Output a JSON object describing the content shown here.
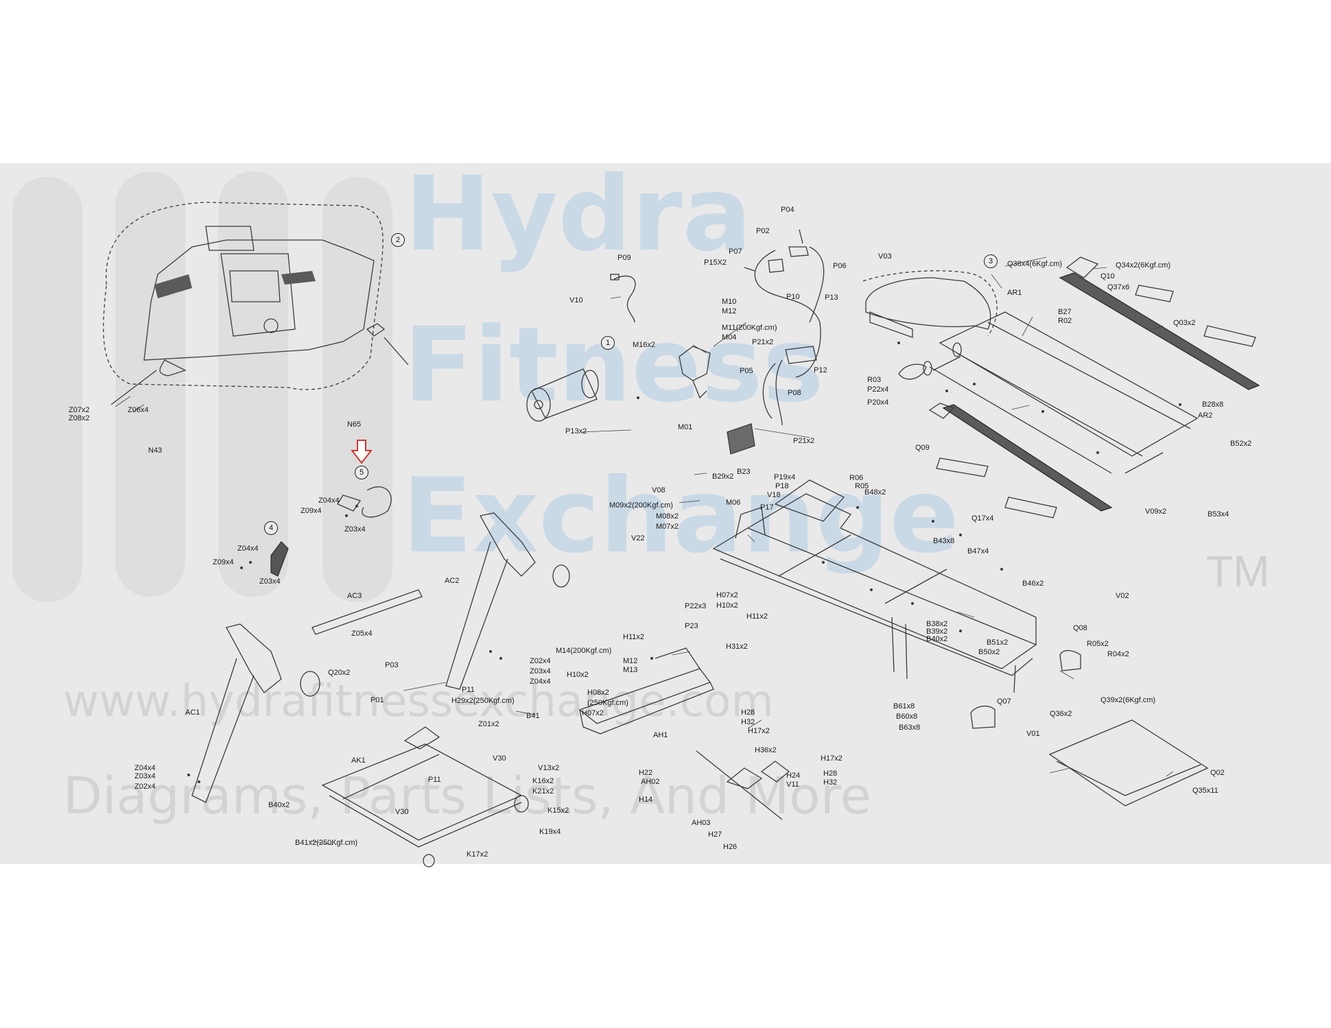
{
  "watermark": {
    "brand_lines": [
      "Hydra",
      "Fitness",
      "Exchange"
    ],
    "trademark": "TM",
    "url": "www.hydrafitnessexchange.com",
    "tagline": "Diagrams, Parts Lists, And More"
  },
  "callouts": [
    "1",
    "2",
    "3",
    "4",
    "5"
  ],
  "highlight_arrow_color": "#d9342b",
  "part_labels": [
    "P04",
    "P02",
    "P07",
    "P15X2",
    "P06",
    "P09",
    "V10",
    "M10",
    "M12",
    "M11(200Kgf.cm)",
    "M04",
    "M16x2",
    "P10",
    "P13",
    "P21x2",
    "P12",
    "P05",
    "P08",
    "M01",
    "P21x2",
    "P13x2",
    "V03",
    "Q38x4(6Kgf.cm)",
    "AR1",
    "Q34x2(6Kgf.cm)",
    "Q10",
    "Q37x6",
    "Q03x2",
    "B27",
    "R02",
    "R03",
    "P22x4",
    "P20x4",
    "B28x8",
    "AR2",
    "Q09",
    "B52x2",
    "Q17x4",
    "V09x2",
    "B53x4",
    "Z07x2",
    "Z08x2",
    "Z06x4",
    "N65",
    "N43",
    "Z04x4",
    "Z09x4",
    "Z03x4",
    "Z04x4",
    "Z09x4",
    "Z03x4",
    "AC3",
    "Z05x4",
    "AC2",
    "B29x2",
    "B23",
    "P19x4",
    "P18",
    "V18",
    "R06",
    "R05",
    "B48x2",
    "V08",
    "M09x2(200Kgf.cm)",
    "M06",
    "P17",
    "M08x2",
    "M07x2",
    "V22",
    "B43x8",
    "B47x4",
    "B46x2",
    "V02",
    "P22x3",
    "P23",
    "H07x2",
    "H10x2",
    "H11x2",
    "B38x2",
    "B39x2",
    "B40x2",
    "B51x2",
    "B50x2",
    "Q08",
    "R05x2",
    "R04x2",
    "Q39x2(6Kgf.cm)",
    "Q36x2",
    "H11x2",
    "H31x2",
    "M14(200Kgf.cm)",
    "M12",
    "M13",
    "H10x2",
    "H08x2",
    "(250Kgf.cm)",
    "H07x2",
    "AH1",
    "Q20x2",
    "P03",
    "P01",
    "AC1",
    "Z02x4",
    "Z03x4",
    "Z04x4",
    "P11",
    "H29x2(250Kgf.cm)",
    "Z01x2",
    "B41",
    "V30",
    "V13x2",
    "AK1",
    "P11",
    "K16x2",
    "K21x2",
    "K15x2",
    "B40x2",
    "V30",
    "K19x4",
    "B41x2(250Kgf.cm)",
    "K17x2",
    "Z04x4",
    "Z03x4",
    "Z02x4",
    "B61x8",
    "B60x8",
    "B63x8",
    "Q07",
    "V01",
    "Q02",
    "Q35x11",
    "H28",
    "H32",
    "H17x2",
    "H36x2",
    "H22",
    "AH02",
    "H14",
    "H24",
    "V11",
    "H17x2",
    "H32",
    "H28",
    "AH03",
    "H27",
    "H26"
  ]
}
